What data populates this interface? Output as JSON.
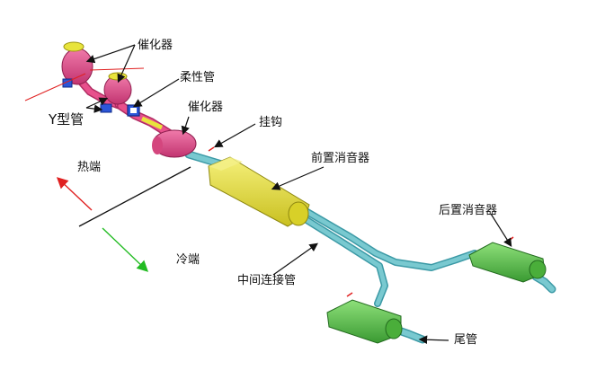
{
  "labels": {
    "catalyst_top": "催化器",
    "flex_pipe": "柔性管",
    "y_pipe": "Y型管",
    "catalyst_mid": "催化器",
    "hanger": "挂钩",
    "front_muffler": "前置消音器",
    "rear_muffler": "后置消音器",
    "middle_pipe": "中间连接管",
    "tail_pipe": "尾管",
    "hot_end": "热端",
    "cold_end": "冷端"
  },
  "colors": {
    "pipe": "#79c9d0",
    "pipe_dark": "#3c9aa6",
    "catalyst": "#e8508c",
    "catalyst_dark": "#b02c62",
    "front_muffler": "#e8e43c",
    "front_muffler_dark": "#b5ac1e",
    "rear_muffler": "#5cc44a",
    "rear_muffler_dark": "#2f8a2a",
    "flange_blue": "#2c56d8",
    "hot_arrow": "#e02020",
    "cold_arrow": "#22bb22"
  }
}
